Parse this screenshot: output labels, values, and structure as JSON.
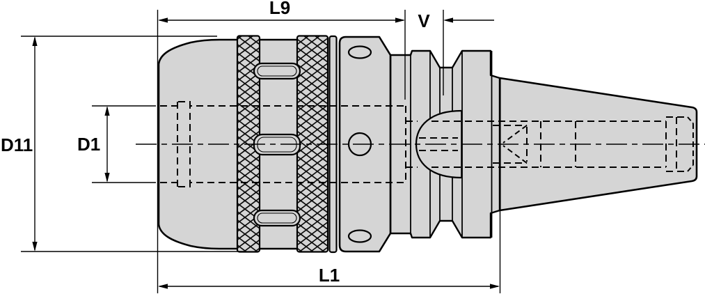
{
  "diagram": {
    "type": "technical-drawing",
    "subject": "drill-chuck-tool-holder-side-view",
    "colors": {
      "body_fill": "#d5d5d5",
      "line": "#000000",
      "background": "#ffffff"
    },
    "dimensions": {
      "l9": {
        "label": "L9"
      },
      "v": {
        "label": "V"
      },
      "d11": {
        "label": "D11"
      },
      "d1": {
        "label": "D1"
      },
      "l1": {
        "label": "L1"
      }
    }
  }
}
